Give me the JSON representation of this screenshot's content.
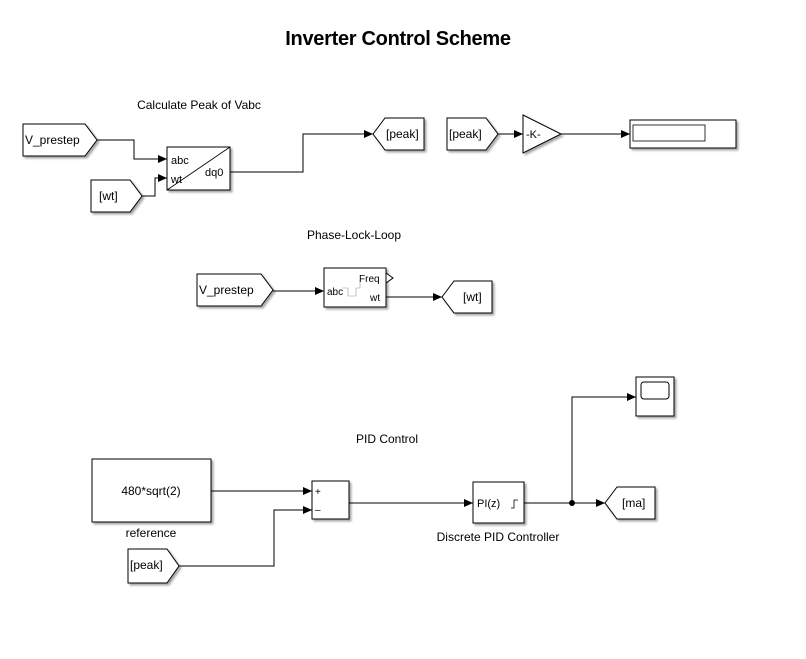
{
  "title": "Inverter Control Scheme",
  "sections": {
    "peak": "Calculate Peak of Vabc",
    "pll": "Phase-Lock-Loop",
    "pid": "PID Control"
  },
  "blocks": {
    "from_vprestep_1": "V_prestep",
    "from_wt": "[wt]",
    "abc_dq0": {
      "in1": "abc",
      "in2": "wt",
      "out": "dq0"
    },
    "goto_peak": "[peak]",
    "from_peak_1": "[peak]",
    "gain": "-K-",
    "from_vprestep_2": "V_prestep",
    "pll_block": {
      "in": "abc",
      "out1": "Freq",
      "out2": "wt"
    },
    "goto_wt": "[wt]",
    "constant": "480*sqrt(2)",
    "constant_caption": "reference",
    "sum": {
      "plus": "+",
      "minus": "–"
    },
    "from_peak_2": "[peak]",
    "pid": "PI(z)",
    "pid_caption": "Discrete PID Controller",
    "goto_ma": "[ma]"
  }
}
